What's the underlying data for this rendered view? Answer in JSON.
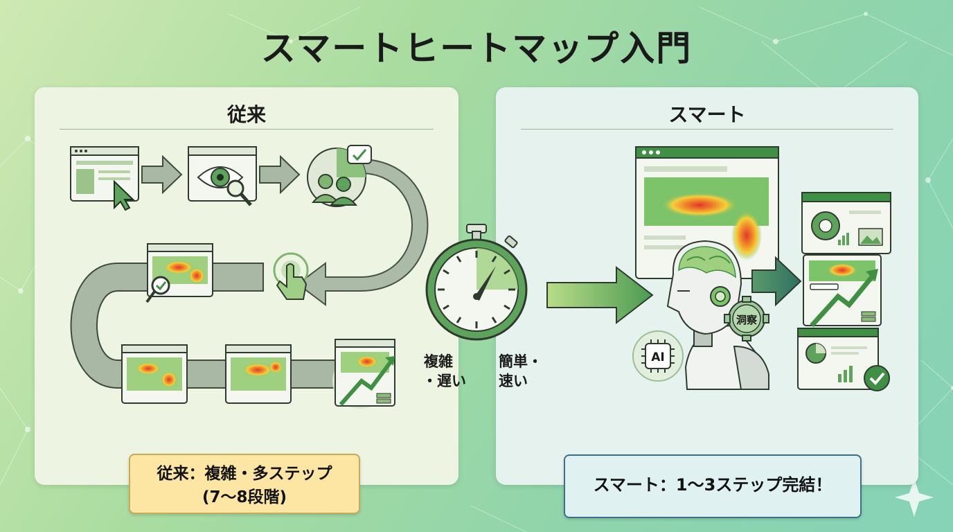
{
  "title": "スマートヒートマップ入門",
  "left_panel": {
    "heading": "従来",
    "summary_line1": "従来：複雑・多ステップ",
    "summary_line2": "(7〜8段階)"
  },
  "right_panel": {
    "heading": "スマート",
    "summary": "スマート：1〜3ステップ完結！",
    "ai_badge": "AI",
    "insight_badge": "洞察"
  },
  "middle": {
    "left_label_line1": "複雑",
    "left_label_line2": "・遅い",
    "right_label_line1": "簡単・",
    "right_label_line2": "速い"
  },
  "colors": {
    "accent_green": "#4f9a52",
    "dark_green": "#2e6b3a",
    "arrow_gray": "#a9b8a4",
    "heat_red": "#e2372b",
    "heat_yellow": "#f5d03a"
  }
}
